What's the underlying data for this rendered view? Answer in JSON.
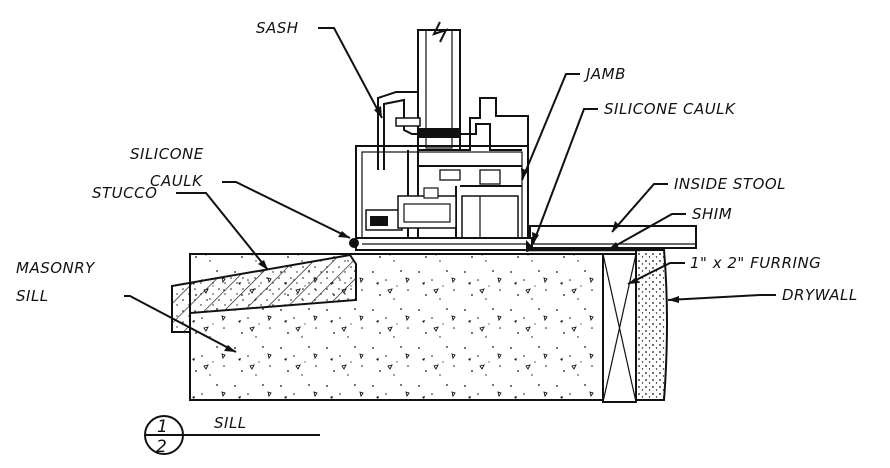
{
  "drawing": {
    "labels": {
      "sash": "SASH",
      "jamb": "JAMB",
      "silicone_caulk_right": "SILICONE CAULK",
      "silicone_caulk_left_line1": "SILICONE",
      "silicone_caulk_left_line2": "CAULK",
      "inside_stool": "INSIDE STOOL",
      "stucco": "STUCCO",
      "shim": "SHIM",
      "masonry_sill_line1": "MASONRY",
      "masonry_sill_line2": "SILL",
      "furring": "1\" x 2\" FURRING",
      "drywall": "DRYWALL"
    },
    "section_marker": {
      "number": "1",
      "sheet": "2",
      "title": "SILL"
    }
  }
}
